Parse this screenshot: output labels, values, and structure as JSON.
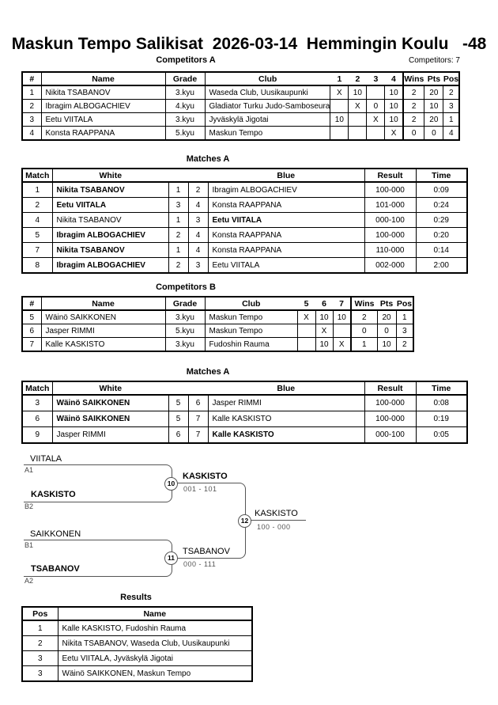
{
  "page": {
    "title": "Maskun Tempo Salikisat  2026-03-14  Hemmingin Koulu   -48",
    "competitors_count": "Competitors: 7"
  },
  "competitors_a": {
    "section_title": "Competitors A",
    "headers": [
      "#",
      "Name",
      "Grade",
      "Club",
      "1",
      "2",
      "3",
      "4",
      "Wins",
      "Pts",
      "Pos"
    ],
    "rows": [
      {
        "num": "1",
        "name": "Nikita TSABANOV",
        "grade": "3.kyu",
        "club": "Waseda Club, Uusikaupunki",
        "cells": [
          "X",
          "10",
          "",
          "10"
        ],
        "wins": "2",
        "pts": "20",
        "pos": "2"
      },
      {
        "num": "2",
        "name": "Ibragim ALBOGACHIEV",
        "grade": "4.kyu",
        "club": "Gladiator Turku Judo-Samboseura",
        "cells": [
          "",
          "X",
          "0",
          "10"
        ],
        "wins": "2",
        "pts": "10",
        "pos": "3"
      },
      {
        "num": "3",
        "name": "Eetu VIITALA",
        "grade": "3.kyu",
        "club": "Jyväskylä Jigotai",
        "cells": [
          "10",
          "",
          "X",
          "10"
        ],
        "wins": "2",
        "pts": "20",
        "pos": "1"
      },
      {
        "num": "4",
        "name": "Konsta RAAPPANA",
        "grade": "5.kyu",
        "club": "Maskun Tempo",
        "cells": [
          "",
          "",
          "",
          "X"
        ],
        "wins": "0",
        "pts": "0",
        "pos": "4"
      }
    ]
  },
  "matches_a": {
    "section_title": "Matches A",
    "headers": [
      "Match",
      "White",
      "",
      "Blue",
      "Result",
      "Time"
    ],
    "rows": [
      {
        "match": "1",
        "white": "Nikita TSABANOV",
        "white_bold": true,
        "wnum": "1",
        "bnum": "2",
        "blue": "Ibragim ALBOGACHIEV",
        "blue_bold": false,
        "result": "100-000",
        "time": "0:09"
      },
      {
        "match": "2",
        "white": "Eetu VIITALA",
        "white_bold": true,
        "wnum": "3",
        "bnum": "4",
        "blue": "Konsta RAAPPANA",
        "blue_bold": false,
        "result": "101-000",
        "time": "0:24"
      },
      {
        "match": "4",
        "white": "Nikita TSABANOV",
        "white_bold": false,
        "wnum": "1",
        "bnum": "3",
        "blue": "Eetu VIITALA",
        "blue_bold": true,
        "result": "000-100",
        "time": "0:29"
      },
      {
        "match": "5",
        "white": "Ibragim ALBOGACHIEV",
        "white_bold": true,
        "wnum": "2",
        "bnum": "4",
        "blue": "Konsta RAAPPANA",
        "blue_bold": false,
        "result": "100-000",
        "time": "0:20"
      },
      {
        "match": "7",
        "white": "Nikita TSABANOV",
        "white_bold": true,
        "wnum": "1",
        "bnum": "4",
        "blue": "Konsta RAAPPANA",
        "blue_bold": false,
        "result": "110-000",
        "time": "0:14"
      },
      {
        "match": "8",
        "white": "Ibragim ALBOGACHIEV",
        "white_bold": true,
        "wnum": "2",
        "bnum": "3",
        "blue": "Eetu VIITALA",
        "blue_bold": false,
        "result": "002-000",
        "time": "2:00"
      }
    ]
  },
  "competitors_b": {
    "section_title": "Competitors B",
    "headers": [
      "#",
      "Name",
      "Grade",
      "Club",
      "5",
      "6",
      "7",
      "Wins",
      "Pts",
      "Pos"
    ],
    "rows": [
      {
        "num": "5",
        "name": "Wäinö SAIKKONEN",
        "grade": "3.kyu",
        "club": "Maskun Tempo",
        "cells": [
          "X",
          "10",
          "10"
        ],
        "wins": "2",
        "pts": "20",
        "pos": "1"
      },
      {
        "num": "6",
        "name": "Jasper RIMMI",
        "grade": "5.kyu",
        "club": "Maskun Tempo",
        "cells": [
          "",
          "X",
          ""
        ],
        "wins": "0",
        "pts": "0",
        "pos": "3"
      },
      {
        "num": "7",
        "name": "Kalle KASKISTO",
        "grade": "3.kyu",
        "club": "Fudoshin Rauma",
        "cells": [
          "",
          "10",
          "X"
        ],
        "wins": "1",
        "pts": "10",
        "pos": "2"
      }
    ]
  },
  "matches_b": {
    "section_title": "Matches A",
    "headers": [
      "Match",
      "White",
      "",
      "Blue",
      "Result",
      "Time"
    ],
    "rows": [
      {
        "match": "3",
        "white": "Wäinö SAIKKONEN",
        "white_bold": true,
        "wnum": "5",
        "bnum": "6",
        "blue": "Jasper RIMMI",
        "blue_bold": false,
        "result": "100-000",
        "time": "0:08"
      },
      {
        "match": "6",
        "white": "Wäinö SAIKKONEN",
        "white_bold": true,
        "wnum": "5",
        "bnum": "7",
        "blue": "Kalle KASKISTO",
        "blue_bold": false,
        "result": "100-000",
        "time": "0:19"
      },
      {
        "match": "9",
        "white": "Jasper RIMMI",
        "white_bold": false,
        "wnum": "6",
        "bnum": "7",
        "blue": "Kalle KASKISTO",
        "blue_bold": true,
        "result": "000-100",
        "time": "0:05"
      }
    ]
  },
  "bracket": {
    "semifinal_1": {
      "number": "10",
      "top_name": "VIITALA",
      "top_seed": "A1",
      "bottom_name": "KASKISTO",
      "bottom_seed": "B2",
      "winner": "KASKISTO",
      "score": "001 - 101"
    },
    "semifinal_2": {
      "number": "11",
      "top_name": "SAIKKONEN",
      "top_seed": "B1",
      "bottom_name": "TSABANOV",
      "bottom_seed": "A2",
      "winner": "TSABANOV",
      "score": "000 - 111"
    },
    "final": {
      "number": "12",
      "winner": "KASKISTO",
      "score": "100 - 000"
    }
  },
  "results": {
    "section_title": "Results",
    "headers": [
      "Pos",
      "Name"
    ],
    "rows": [
      {
        "pos": "1",
        "name": "Kalle KASKISTO, Fudoshin Rauma"
      },
      {
        "pos": "2",
        "name": "Nikita TSABANOV, Waseda Club, Uusikaupunki"
      },
      {
        "pos": "3",
        "name": "Eetu VIITALA, Jyväskylä Jigotai"
      },
      {
        "pos": "3",
        "name": "Wäinö SAIKKONEN, Maskun Tempo"
      }
    ]
  }
}
